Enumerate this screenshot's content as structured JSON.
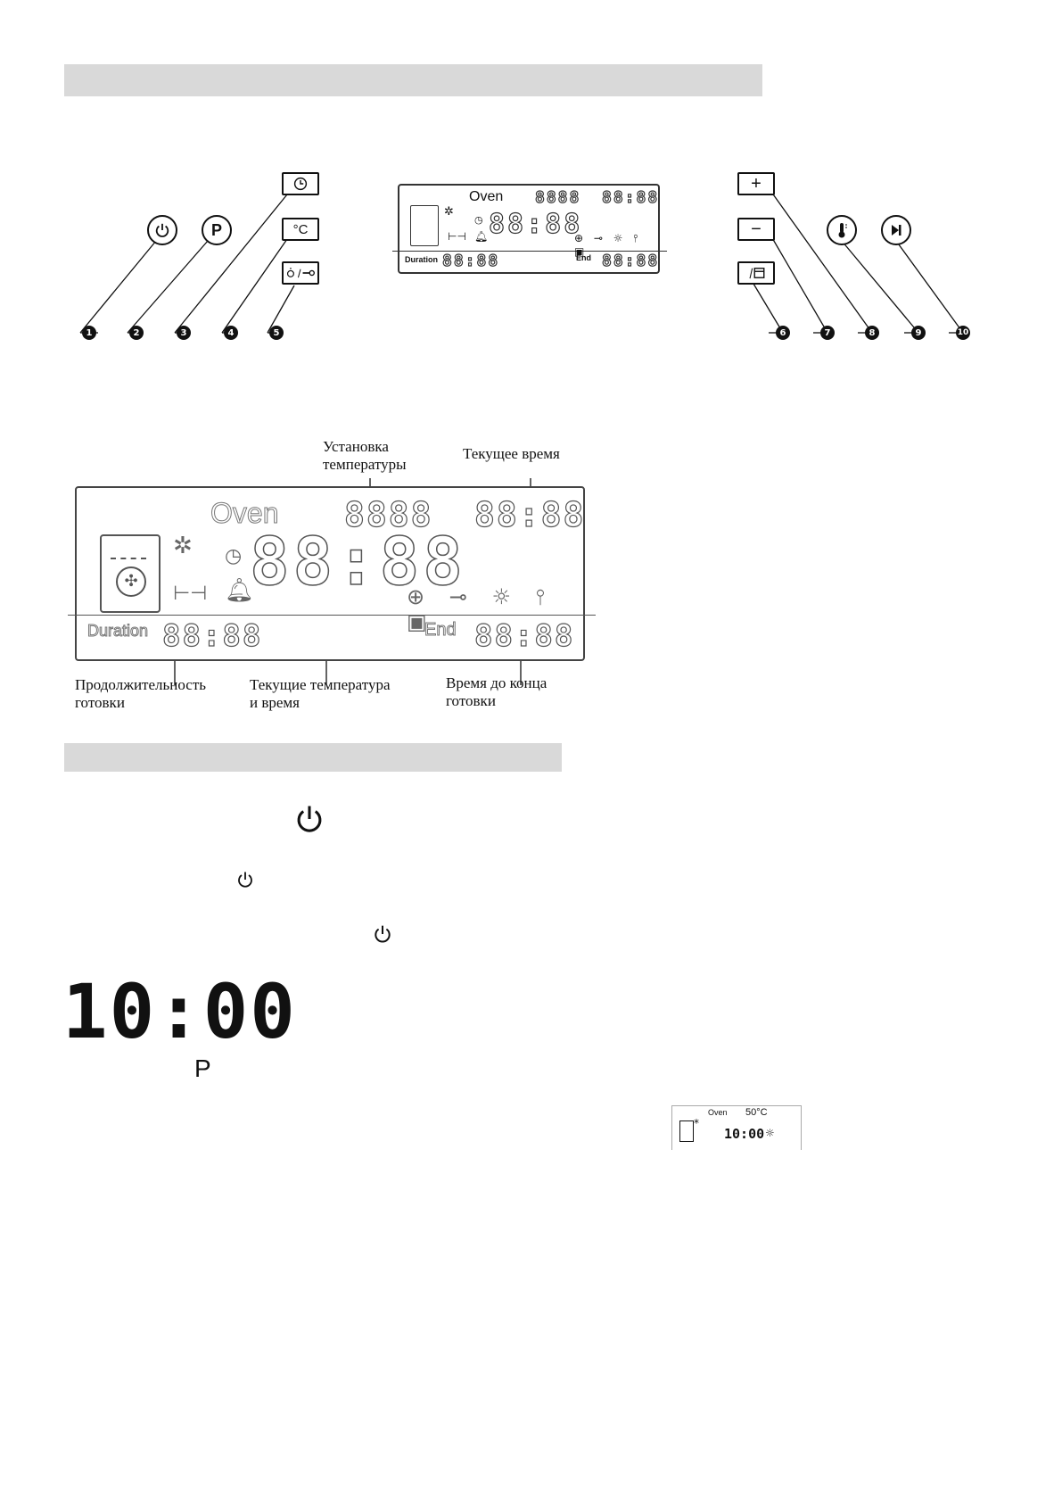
{
  "control_panel": {
    "buttons": {
      "power": "power-icon",
      "program": "P",
      "clock": "clock-icon",
      "temperature": "°C",
      "light_lock": "light-lock-icon",
      "plus": "+",
      "minus": "−",
      "door_menu": "door-icon",
      "thermometer": "thermometer-icon",
      "start_next": "play-next-icon"
    },
    "numbers": [
      "1",
      "2",
      "3",
      "4",
      "5",
      "6",
      "7",
      "8",
      "9",
      "10"
    ]
  },
  "display_small": {
    "oven_label": "Oven",
    "temp_digits": "8888",
    "clock_digits": "88:88",
    "main_digits": "88:88",
    "duration_label": "Duration",
    "duration_digits": "88:88",
    "end_label": "End",
    "end_digits": "88:88"
  },
  "display_large": {
    "oven_label": "Oven",
    "temp_digits": "8888",
    "clock_digits": "88:88",
    "main_digits": "88:88",
    "duration_label": "Duration",
    "duration_digits": "88:88",
    "end_label": "End",
    "end_digits": "88:88"
  },
  "annotations": {
    "set_temperature": [
      "Установка",
      "температуры"
    ],
    "current_time": "Текущее время",
    "cook_duration": [
      "Продолжительность",
      "готовки"
    ],
    "current_temp_time": [
      "Текущие температура",
      "и время"
    ],
    "time_to_end": [
      "Время до конца",
      "готовки"
    ]
  },
  "clock_readout": "10:00",
  "program_letter": "P",
  "mini_display": {
    "oven_label": "Oven",
    "temp": "50°C",
    "time": "10:00"
  },
  "colors": {
    "band": "#d9d9d9",
    "ink": "#111111"
  }
}
